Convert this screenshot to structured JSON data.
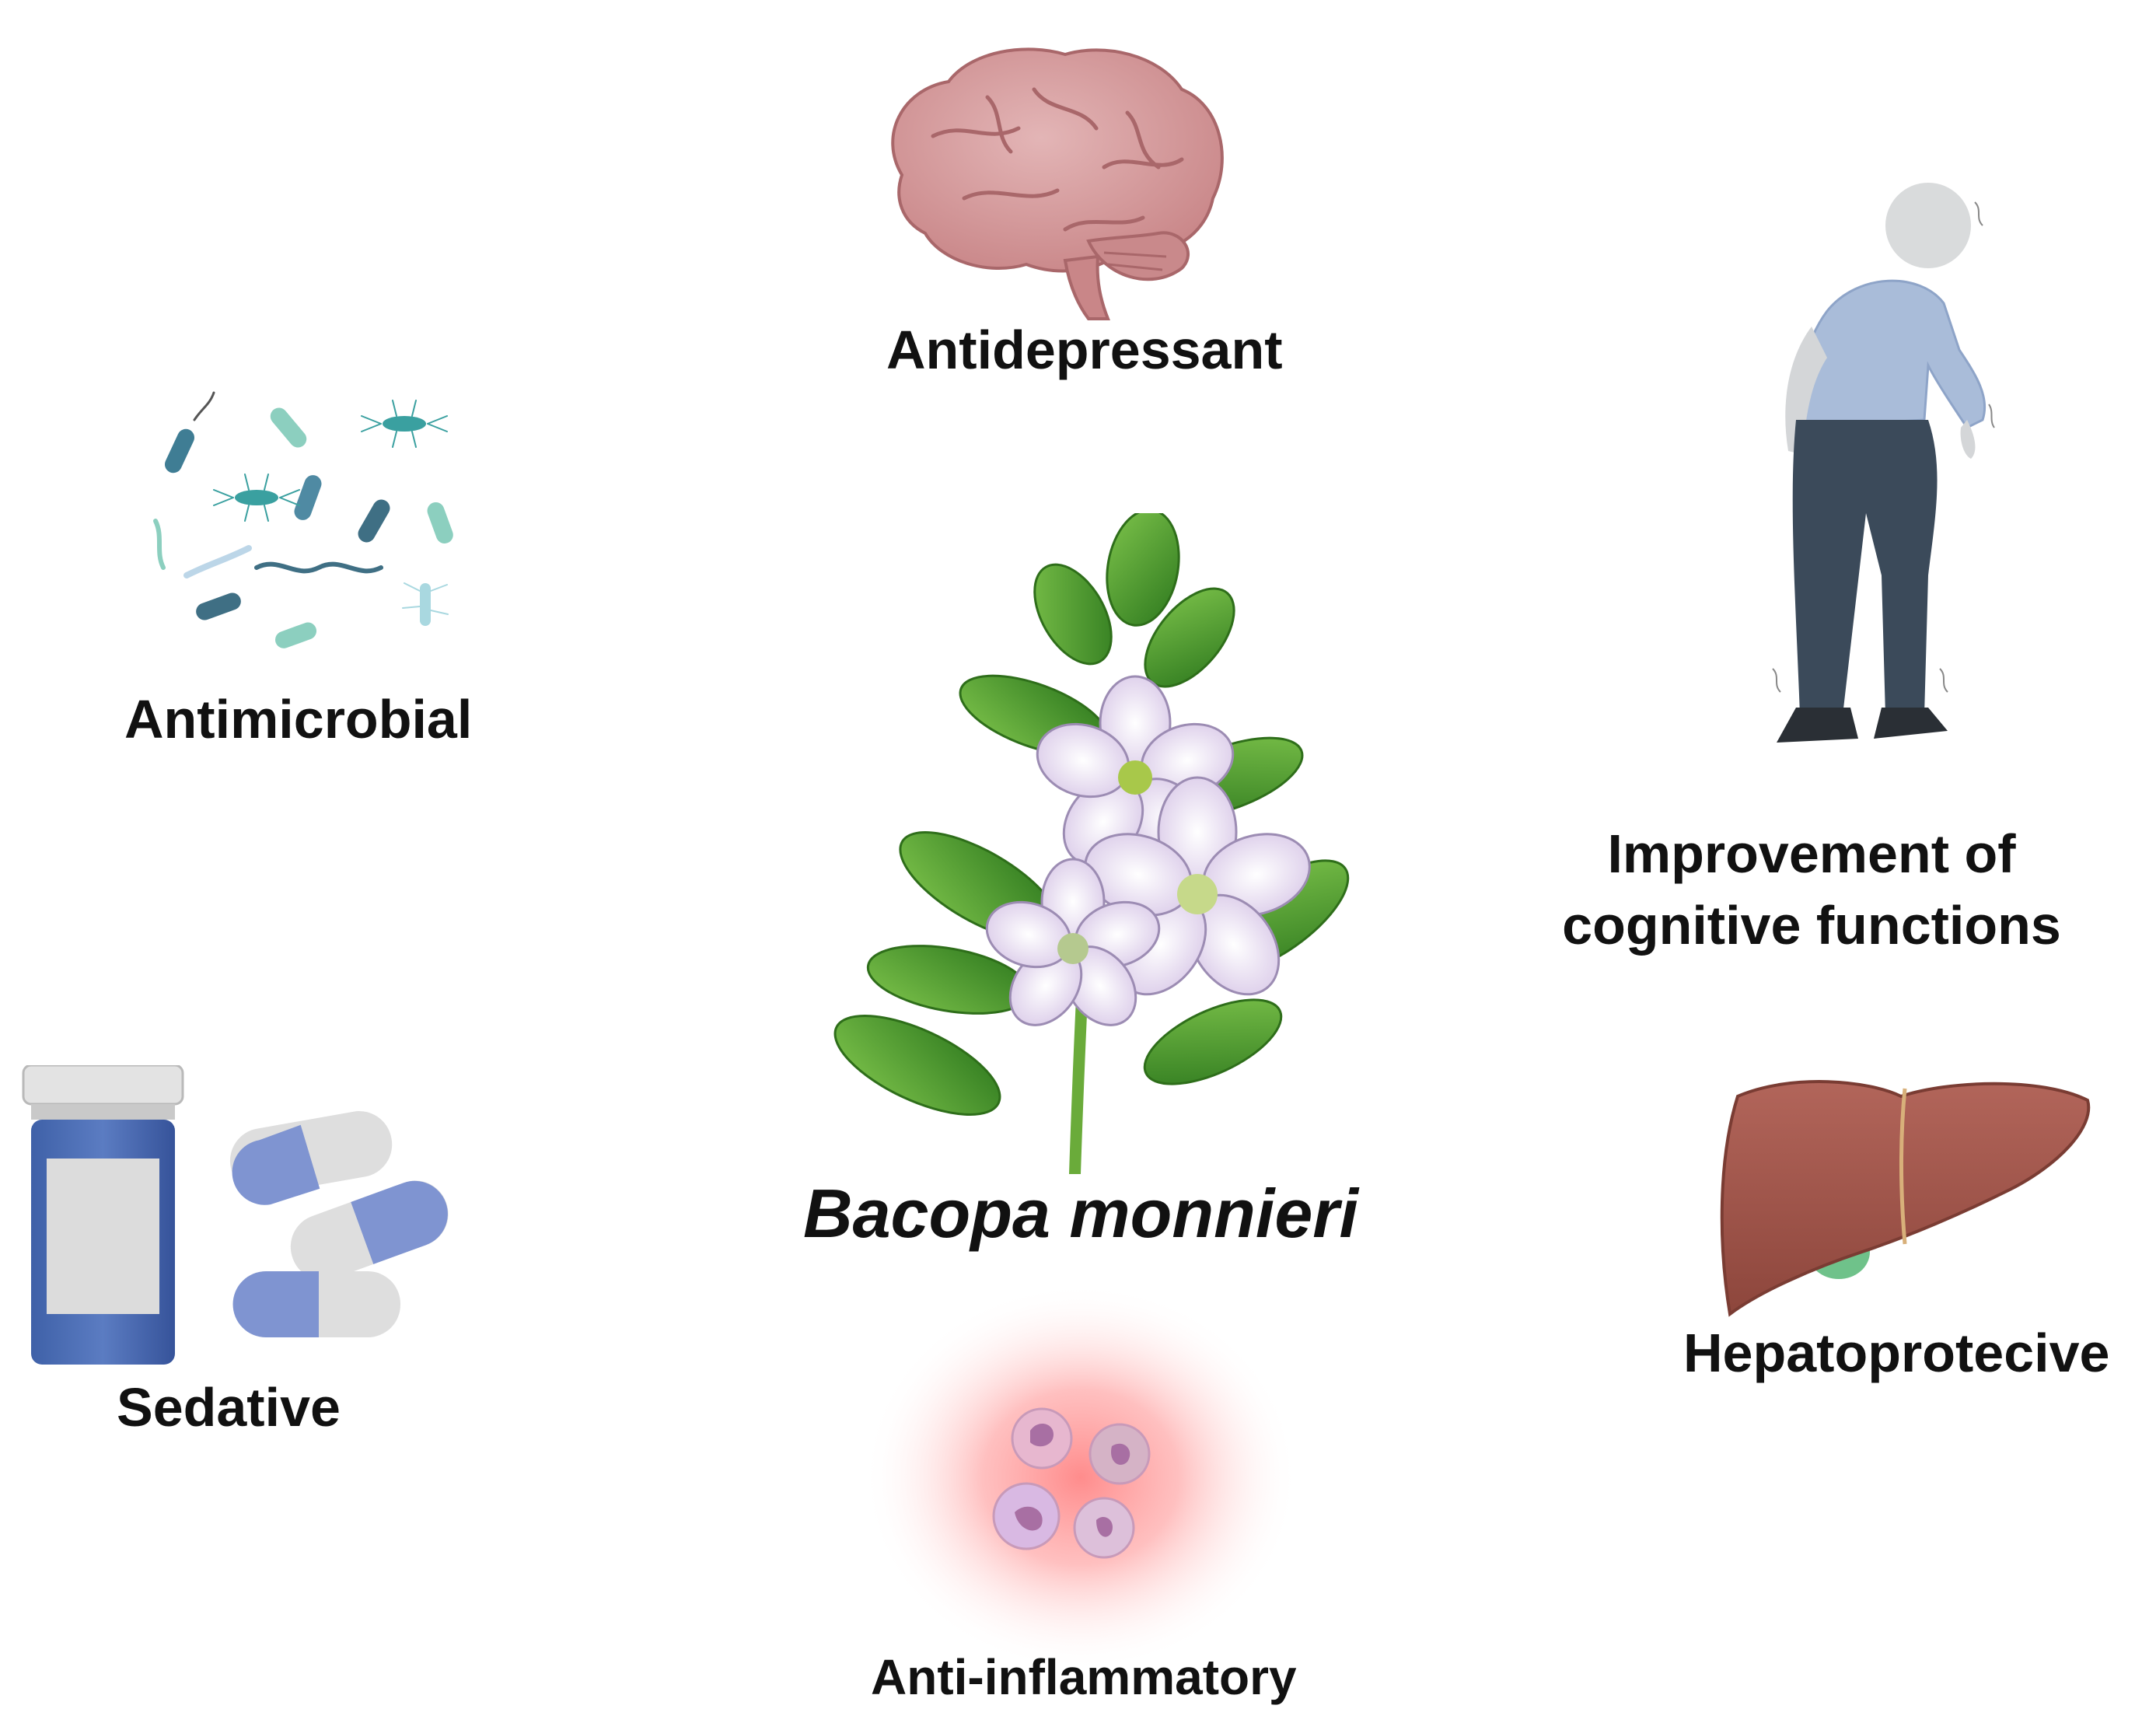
{
  "center": {
    "name": "Bacopa monnieri",
    "icon": "bacopa-plant-icon"
  },
  "effects": {
    "antidepressant": {
      "label": "Antidepressant",
      "icon": "brain-icon"
    },
    "cognitive": {
      "line1": "Improvement of",
      "line2": "cognitive functions",
      "icon": "elderly-person-icon"
    },
    "hepatoprotective": {
      "label": "Hepatoprotecive",
      "icon": "liver-icon"
    },
    "anti_inflammatory": {
      "label": "Anti-inflammatory",
      "icon": "inflamed-cells-icon"
    },
    "sedative": {
      "label": "Sedative",
      "icon": "pill-bottle-icon"
    },
    "antimicrobial": {
      "label": "Antimicrobial",
      "icon": "bacteria-icon"
    }
  },
  "colors": {
    "text": "#111111",
    "leaf": "#4f9a2c",
    "flower": "#e6ddef",
    "brain": "#d6a0a2",
    "liver": "#a3574c",
    "inflammation": "#ff8c8c",
    "pill_blue": "#7f94d1"
  }
}
